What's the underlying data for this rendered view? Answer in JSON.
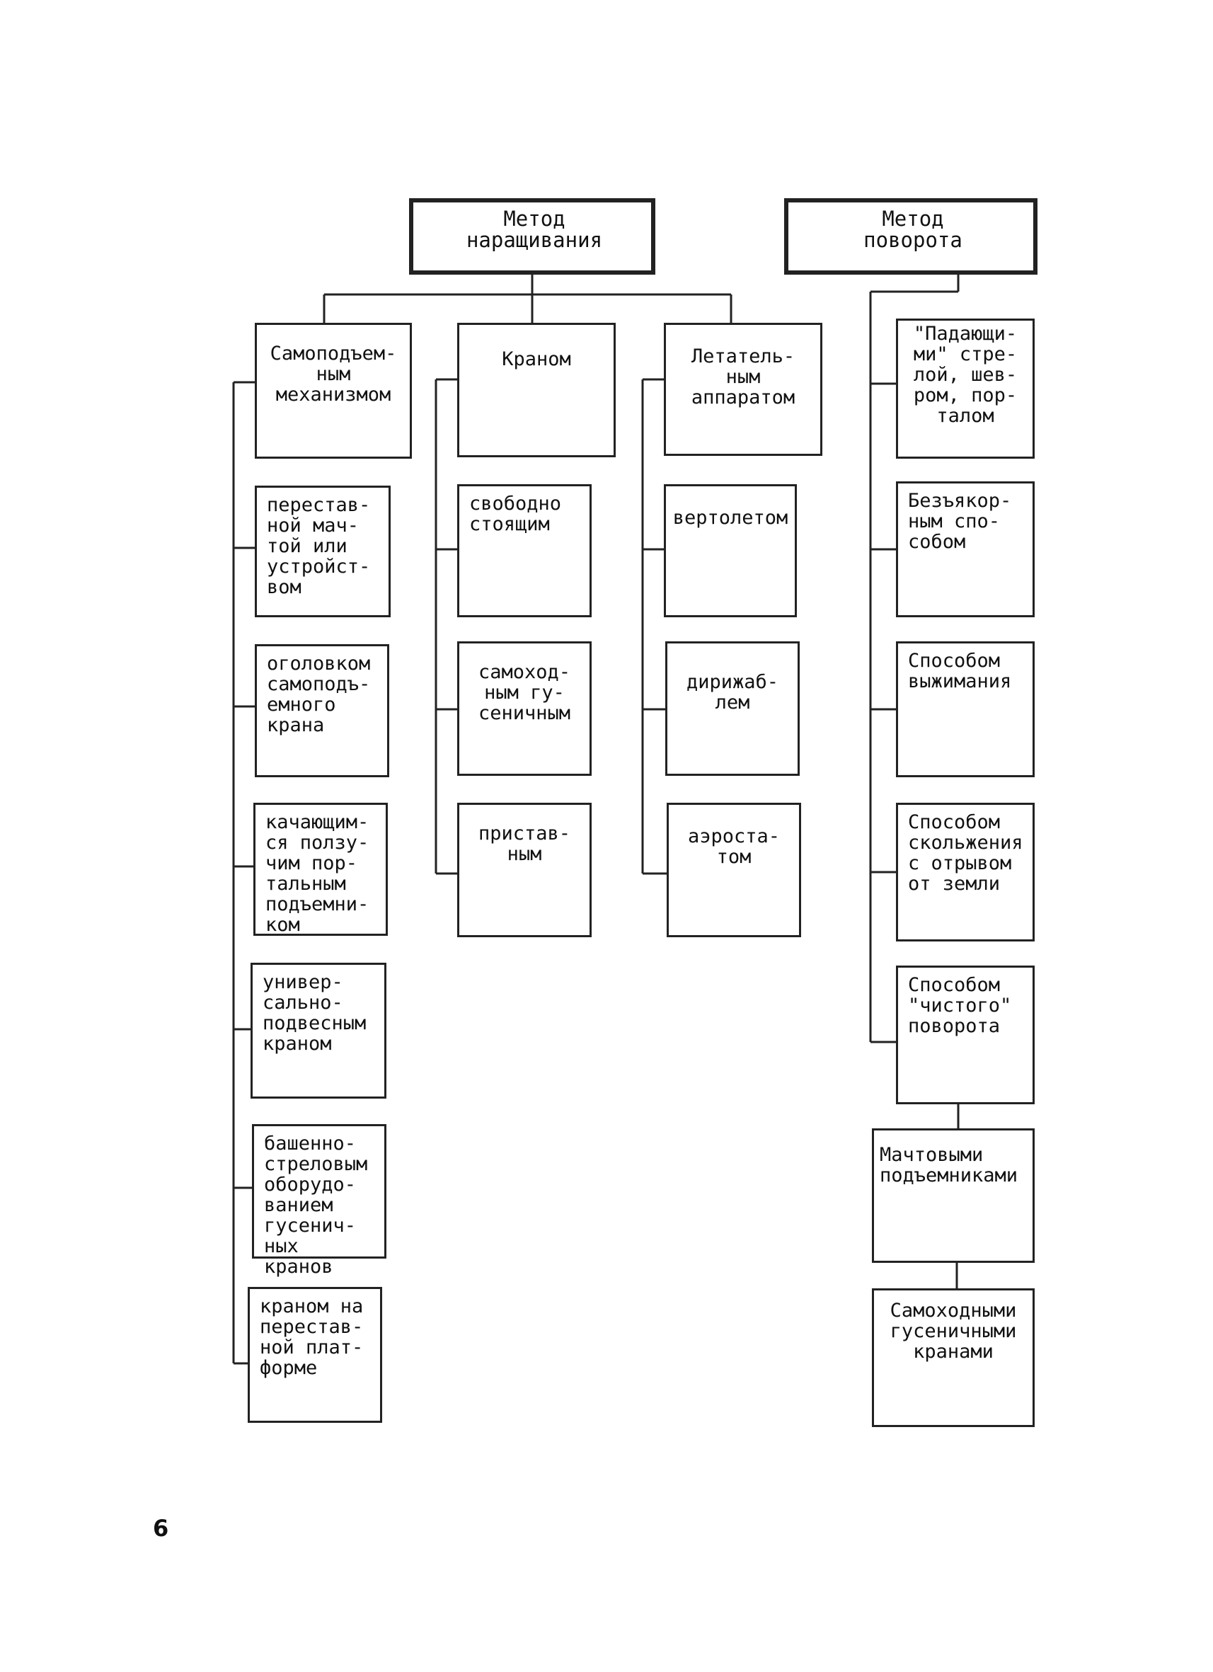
{
  "diagram": {
    "roots": {
      "build_up": "Метод\nнаращивания",
      "rotation": "Метод\nповорота"
    },
    "build_up_branches": {
      "self_lift": {
        "label": "Самоподъем-\nным\nмеханизмом",
        "items": [
          "перестав-\nной мач-\nтой или\nустройст-\nвом",
          "оголовком\nсамоподъ-\nемного\nкрана",
          "качающим-\nся ползу-\nчим пор-\nтальным\nподъемни-\nком",
          "универ-\nсально-\nподвесным\nкраном",
          "башенно-\nстреловым\nоборудо-\nванием\nгусенич-\nных кранов",
          "краном на\nперестав-\nной плат-\nформе"
        ]
      },
      "crane": {
        "label": "Краном",
        "items": [
          "свободно\nстоящим",
          "самоход-\nным гу-\nсеничным",
          "пристав-\nным"
        ]
      },
      "aircraft": {
        "label": "Летатель-\nным\nаппаратом",
        "items": [
          "вертолетом",
          "дирижаб-\nлем",
          "аэроста-\nтом"
        ]
      }
    },
    "rotation_items": [
      "\"Падающи-\nми\" стре-\nлой, шев-\nром, пор-\nталом",
      "Безъякор-\nным спо-\nсобом",
      "Способом\nвыжимания",
      "Способом\nскольжения\nс отрывом\nот земли",
      "Способом\n\"чистого\"\nповорота"
    ],
    "rotation_chain": [
      "Мачтовыми\nподъемниками",
      "Самоходными\nгусеничными\nкранами"
    ]
  },
  "page_number": "6"
}
